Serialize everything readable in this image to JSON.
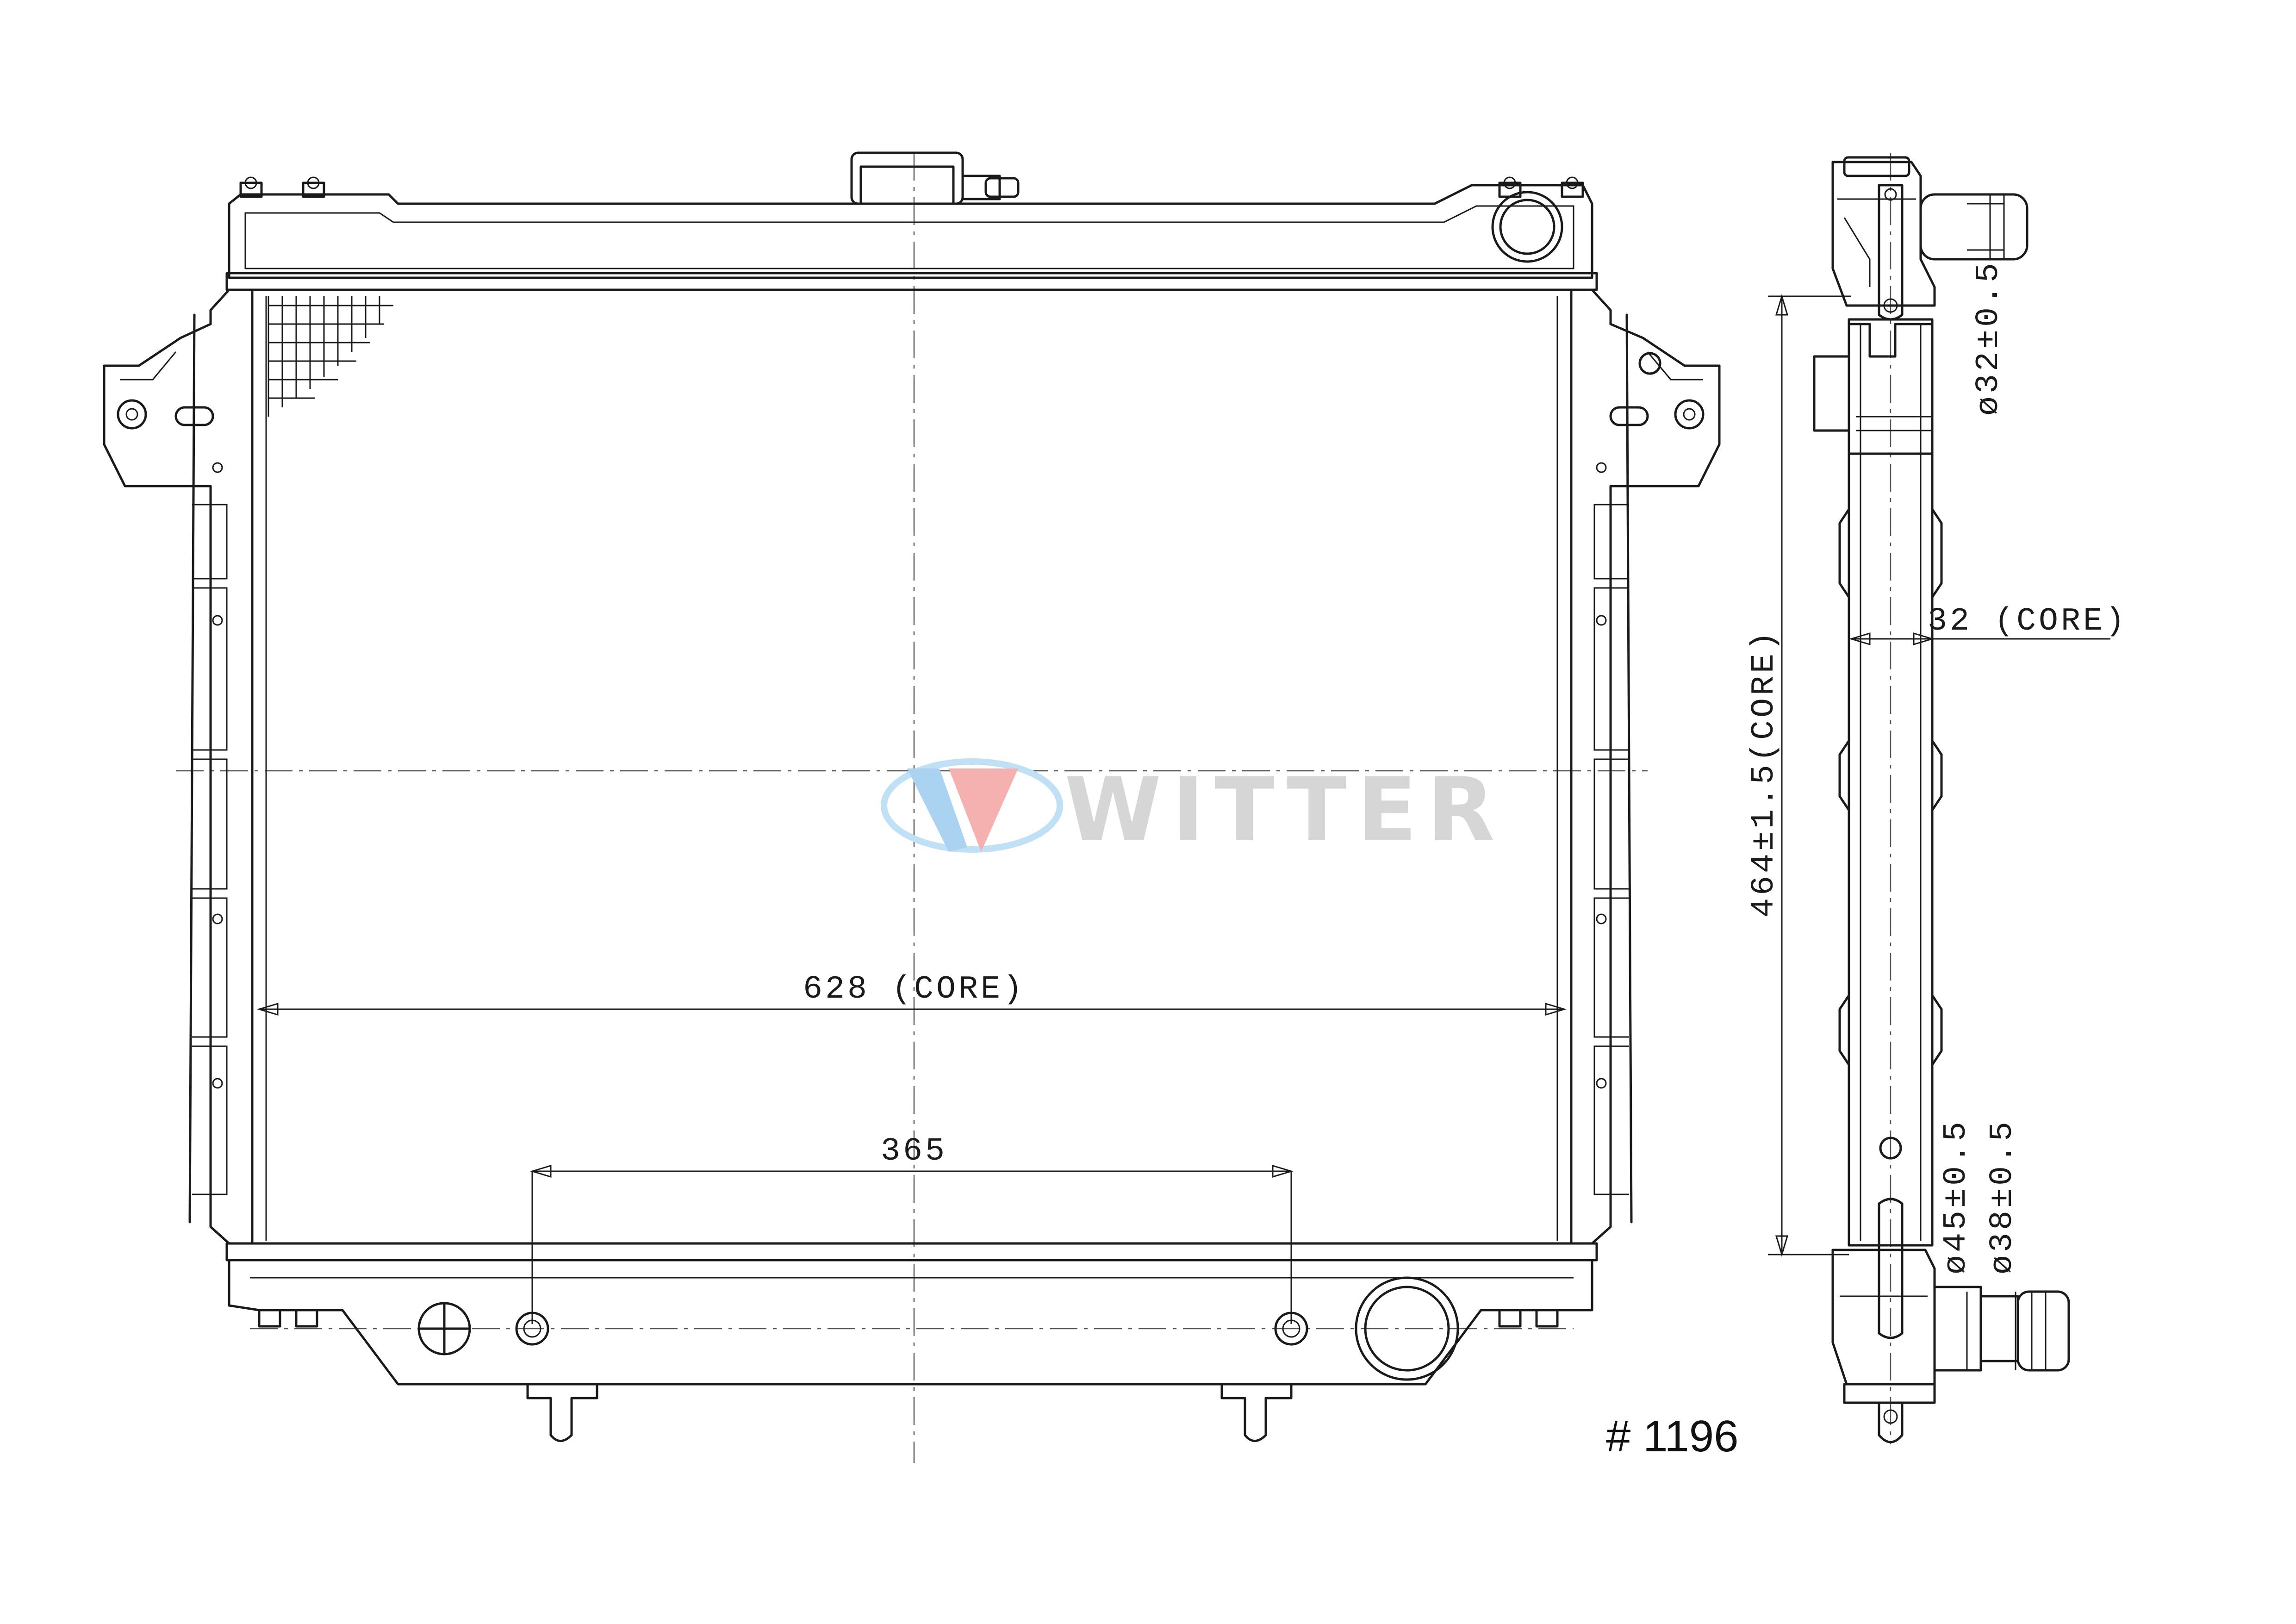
{
  "dimensions": {
    "core_width": "628 (CORE)",
    "mount_spacing": "365",
    "core_height": "464±1.5(CORE)",
    "core_depth": "32 (CORE)",
    "inlet_diameter": "ø32±0.5",
    "outlet_diameter_1": "ø45±0.5",
    "outlet_diameter_2": "ø38±0.5"
  },
  "part_number": "# 1196",
  "watermark": {
    "text": "WITTER",
    "colors": {
      "red": "#e23b3b",
      "blue": "#3a8fd8",
      "gray": "#d6d6d6"
    }
  }
}
